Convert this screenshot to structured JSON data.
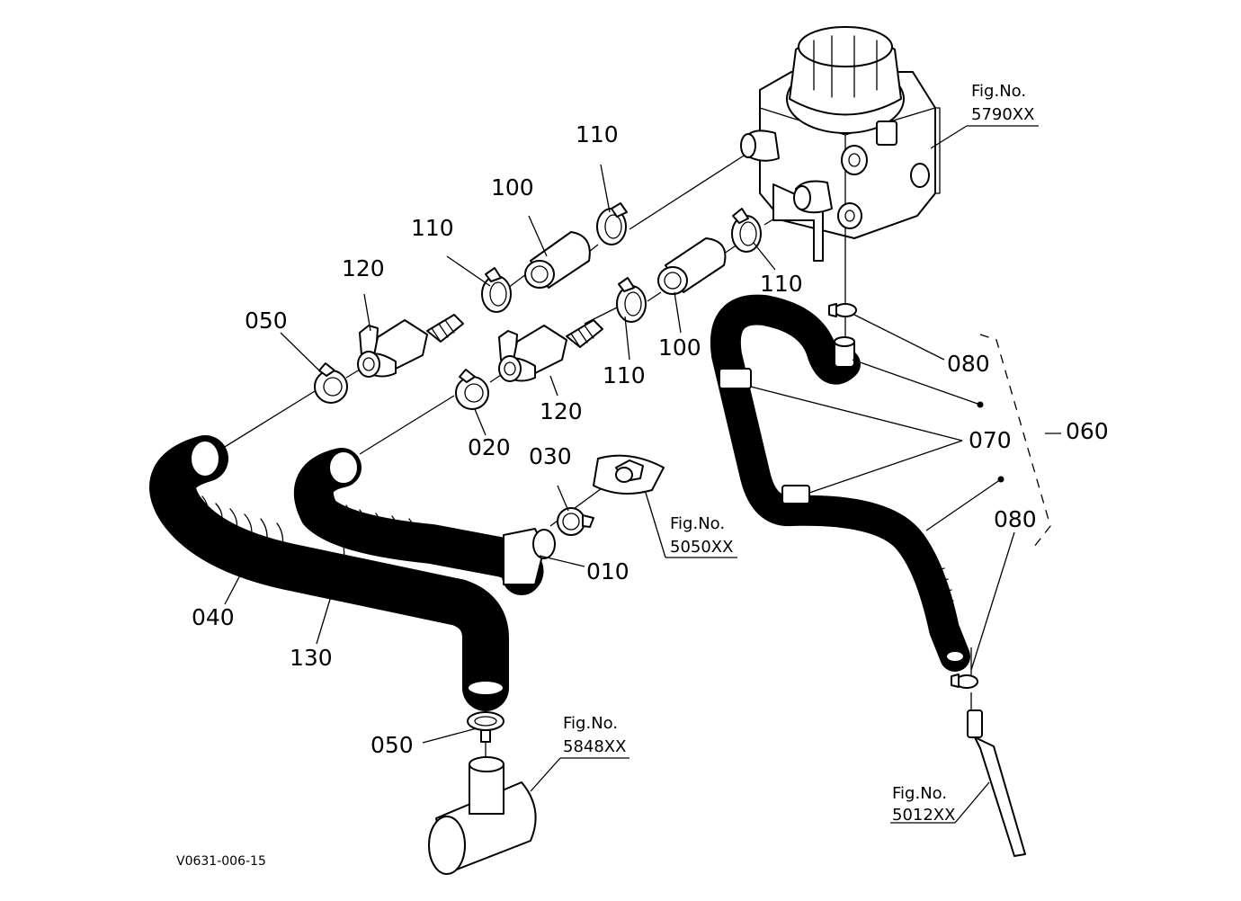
{
  "part_labels": {
    "p110_top": "110",
    "p100_top": "100",
    "p110_left": "110",
    "p120_top": "120",
    "p050_top": "050",
    "p110_right": "110",
    "p100_bottom": "100",
    "p110_mid": "110",
    "p120_bottom": "120",
    "p020": "020",
    "p030": "030",
    "p010": "010",
    "p040": "040",
    "p130": "130",
    "p050_bottom": "050",
    "p080_top": "080",
    "p070": "070",
    "p060": "060",
    "p080_bottom": "080"
  },
  "fig_refs": {
    "fig_5790": {
      "label": "Fig.No.",
      "number": "5790XX"
    },
    "fig_5050": {
      "label": "Fig.No.",
      "number": "5050XX"
    },
    "fig_5848": {
      "label": "Fig.No.",
      "number": "5848XX"
    },
    "fig_5012": {
      "label": "Fig.No.",
      "number": "5012XX"
    }
  },
  "drawing_code": "V0631-006-15"
}
